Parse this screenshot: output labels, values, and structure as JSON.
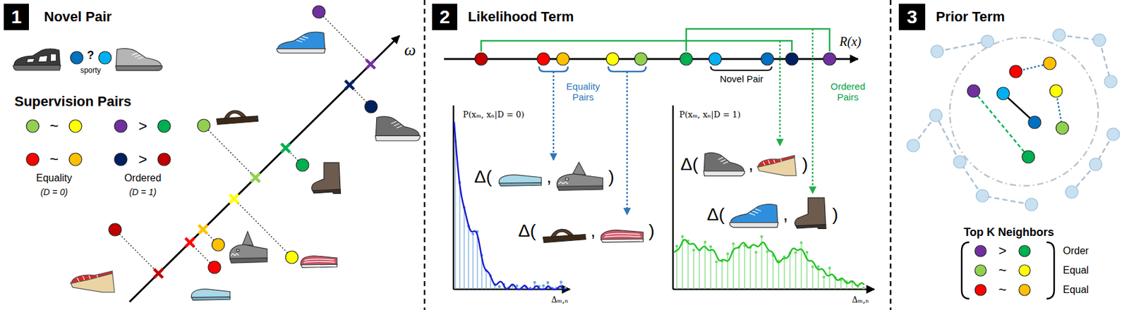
{
  "diagram": {
    "nodes": [
      {
        "text": [
          "1"
        ]
      },
      {
        "text": [
          "2"
        ]
      },
      {
        "text": [
          "3"
        ]
      }
    ],
    "labels": [
      "Novel Pair",
      "?",
      "sporty",
      "Supervision Pairs",
      "~",
      ">",
      "~",
      ">",
      "Equality",
      "(D = 0)",
      "Ordered",
      "(D = 1)",
      "ω",
      "Likelihood Term",
      "R(x)",
      "Equality Pairs",
      "Novel Pair",
      "Ordered Pairs",
      "P(xₘ, xₙ|D = 0)",
      "Δₘ,ₙ",
      "P(xₘ, xₙ|D = 1)",
      "Δₘ,ₙ",
      "Δ(",
      ",",
      ")",
      "Δ(",
      ",",
      ")",
      "Δ(",
      ",",
      ")",
      "Δ(",
      ",",
      ")",
      "Prior Term",
      "Top K Neighbors",
      ">",
      "Order",
      "~",
      "Equal",
      "~",
      "Equal"
    ]
  }
}
